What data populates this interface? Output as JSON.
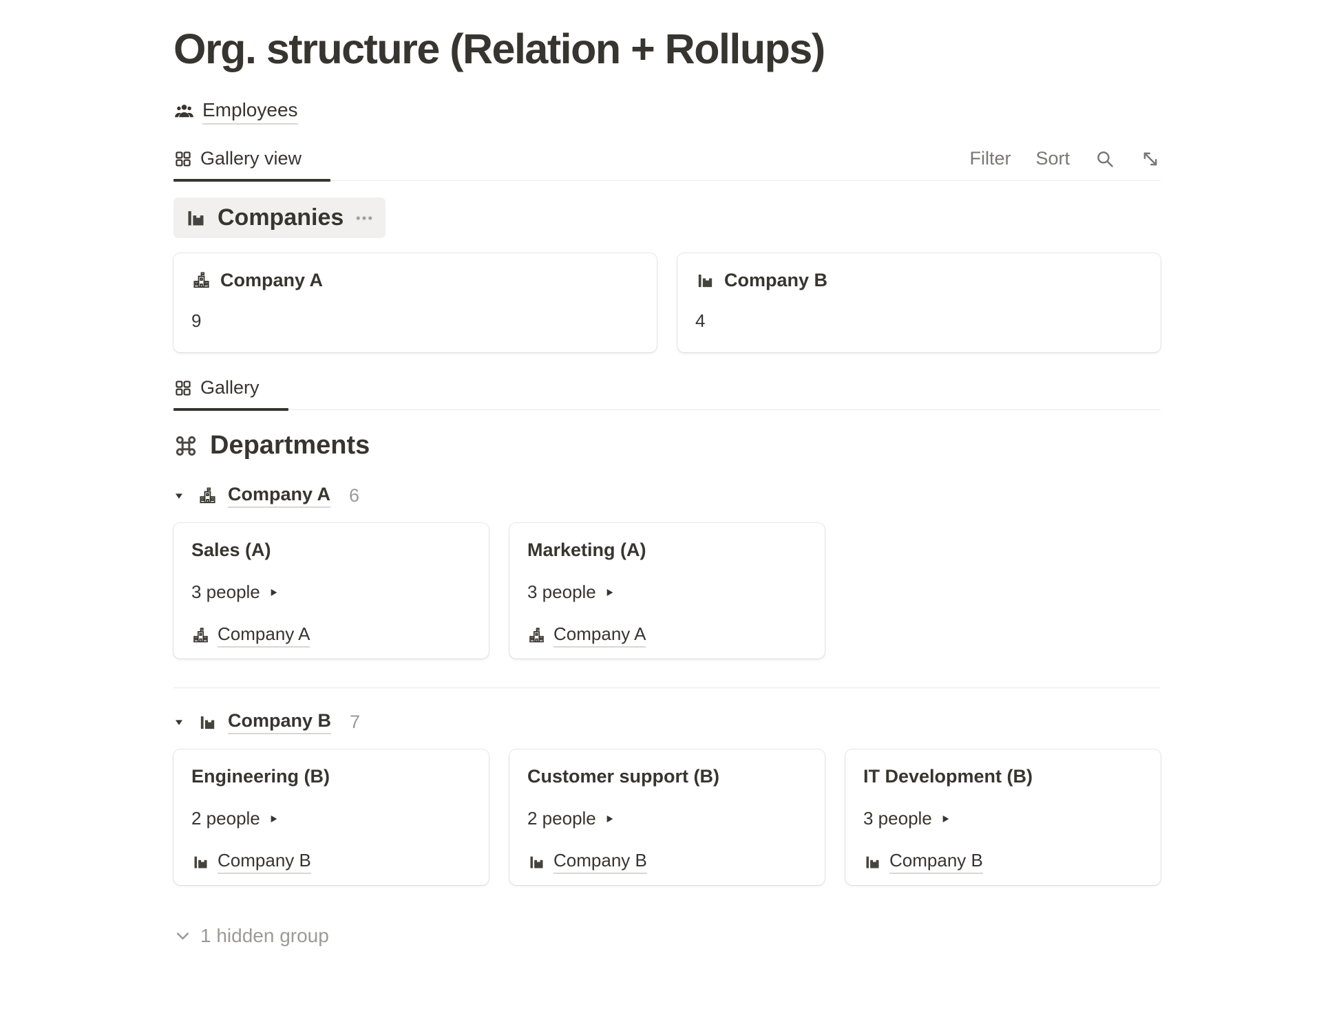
{
  "colors": {
    "text": "#37352f",
    "secondary_text": "#787774",
    "muted_text": "#9b9a97",
    "divider": "#e9e8e6",
    "pill_background": "#f1f0ee",
    "active_tab_underline": "#37352f",
    "card_background": "#ffffff"
  },
  "page": {
    "title": "Org. structure (Relation + Rollups)"
  },
  "employees_link": {
    "label": "Employees",
    "icon": "people-group-icon"
  },
  "toolbar": {
    "tab_label": "Gallery view",
    "tab_icon": "gallery-grid-icon",
    "filter_label": "Filter",
    "sort_label": "Sort",
    "search_icon": "search-icon",
    "expand_icon": "expand-diagonal-icon"
  },
  "companies": {
    "title": "Companies",
    "icon": "factory-icon",
    "more_icon": "dots-icon",
    "cards": [
      {
        "icon": "school-building-icon",
        "title": "Company A",
        "rollup_count": "9"
      },
      {
        "icon": "factory-icon",
        "title": "Company B",
        "rollup_count": "4"
      }
    ]
  },
  "departments": {
    "tab_label": "Gallery",
    "tab_icon": "gallery-grid-icon",
    "title": "Departments",
    "icon": "command-icon",
    "groups": [
      {
        "icon": "school-building-icon",
        "name": "Company A",
        "count": "6",
        "cards": [
          {
            "title": "Sales (A)",
            "people": "3 people",
            "people_icon": "play-icon",
            "company_icon": "school-building-icon",
            "company": "Company A"
          },
          {
            "title": "Marketing (A)",
            "people": "3 people",
            "people_icon": "play-icon",
            "company_icon": "school-building-icon",
            "company": "Company A"
          }
        ]
      },
      {
        "icon": "factory-icon",
        "name": "Company B",
        "count": "7",
        "cards": [
          {
            "title": "Engineering (B)",
            "people": "2 people",
            "people_icon": "play-icon",
            "company_icon": "factory-icon",
            "company": "Company B"
          },
          {
            "title": "Customer support (B)",
            "people": "2 people",
            "people_icon": "play-icon",
            "company_icon": "factory-icon",
            "company": "Company B"
          },
          {
            "title": "IT Development (B)",
            "people": "3 people",
            "people_icon": "play-icon",
            "company_icon": "factory-icon",
            "company": "Company B"
          }
        ]
      }
    ],
    "hidden_group_label": "1 hidden group"
  }
}
